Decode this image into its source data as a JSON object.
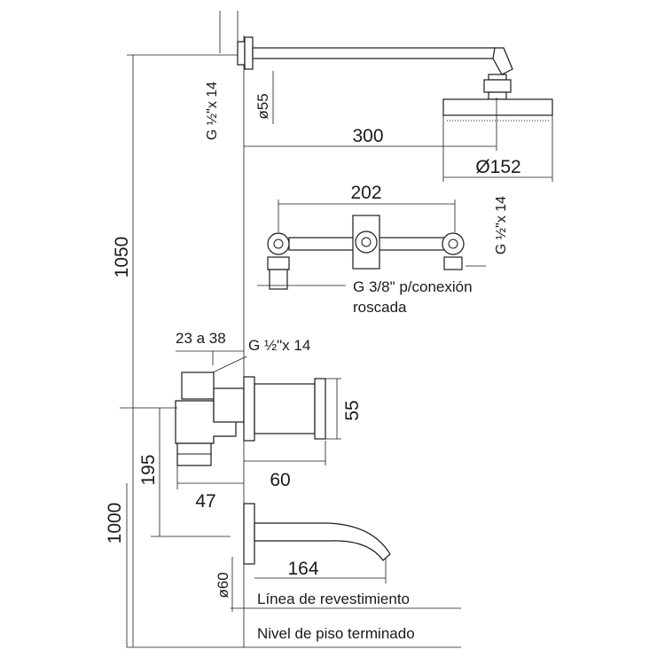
{
  "dimensions": {
    "total_height": "1050",
    "spout_height": "1000",
    "mixer_offset": "195",
    "shower_arm_length": "300",
    "shower_head_diameter": "Ø152",
    "arm_flange_diameter": "ø55",
    "valve_spacing": "202",
    "depth_range": "23 a 38",
    "mixer_depth": "60",
    "mixer_height": "55",
    "mixer_offset_x": "47",
    "spout_length": "164",
    "spout_flange_diameter": "ø60"
  },
  "threads": {
    "arm_thread": "G ½\"x 14",
    "valve_thread": "G ½\"x 14",
    "mixer_thread": "G ½\"x 14"
  },
  "labels": {
    "connection_line1": "G 3/8\" p/conexión",
    "connection_line2": "roscada",
    "finish_line": "Línea de revestimiento",
    "floor_line": "Nivel de piso terminado"
  }
}
